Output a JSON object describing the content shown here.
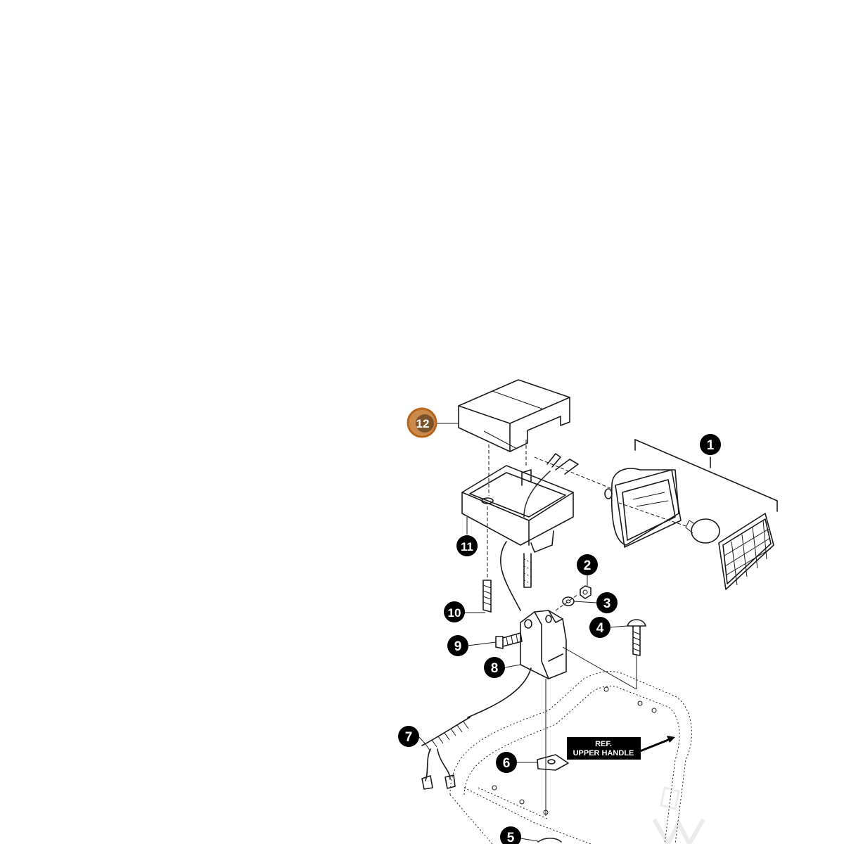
{
  "diagram": {
    "callouts": [
      {
        "id": "1",
        "label": "1"
      },
      {
        "id": "2",
        "label": "2"
      },
      {
        "id": "3",
        "label": "3"
      },
      {
        "id": "4",
        "label": "4"
      },
      {
        "id": "5",
        "label": "5"
      },
      {
        "id": "6",
        "label": "6"
      },
      {
        "id": "7",
        "label": "7"
      },
      {
        "id": "8",
        "label": "8"
      },
      {
        "id": "9",
        "label": "9"
      },
      {
        "id": "10",
        "label": "10"
      },
      {
        "id": "11",
        "label": "11"
      },
      {
        "id": "12",
        "label": "12",
        "highlighted": true
      }
    ],
    "reference_label": {
      "line1": "REF.",
      "line2": "UPPER HANDLE"
    },
    "colors": {
      "callout_fill": "#000000",
      "highlight_fill": "#c98a4b",
      "highlight_ring": "#b8641a",
      "highlight_text": "#3a2410",
      "line": "#1a1a1a"
    }
  }
}
